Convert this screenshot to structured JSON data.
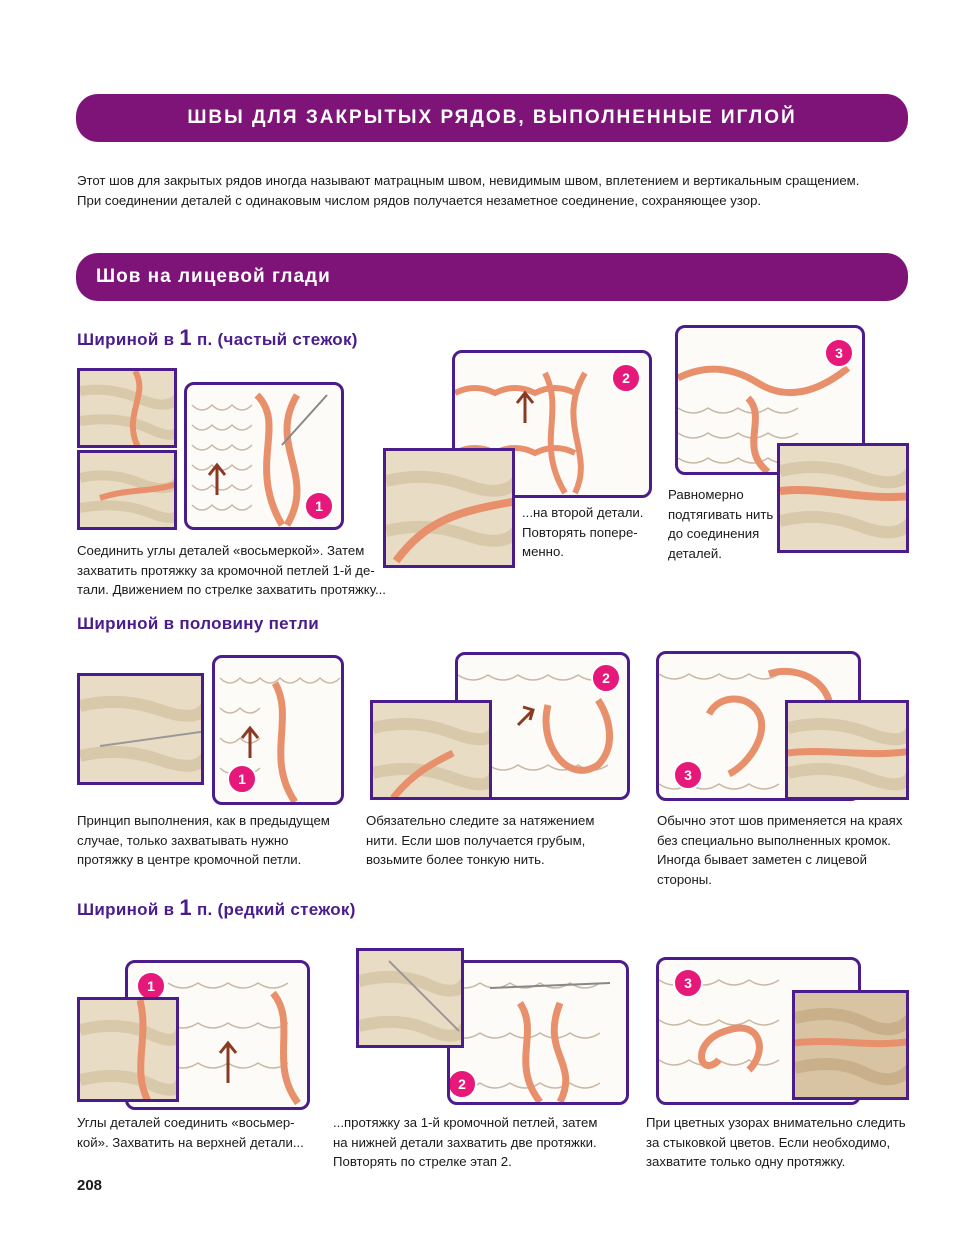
{
  "header": {
    "title": "ШВЫ ДЛЯ ЗАКРЫТЫХ РЯДОВ, ВЫПОЛНЕННЫЕ ИГЛОЙ",
    "subtitle": "Шов на лицевой глади"
  },
  "intro": {
    "line1": "Этот шов для закрытых рядов иногда называют матрацным швом, невидимым швом, вплетением и вертикальным сращением.",
    "line2": "При соединении деталей с одинаковым числом рядов получается незаметное соединение, сохраняющее узор."
  },
  "sections": [
    {
      "heading_prefix": "Шириной в ",
      "heading_num": "1",
      "heading_suffix": " п. (частый стежок)",
      "steps": [
        {
          "badge": "1",
          "caption": [
            "Соединить углы деталей «восьмеркой». Затем",
            "захватить протяжку за кромочной петлей 1-й де-",
            "тали. Движением по стрелке захватить протяжку..."
          ]
        },
        {
          "badge": "2",
          "caption": [
            "...на второй детали.",
            "Повторять попере-",
            "менно."
          ]
        },
        {
          "badge": "3",
          "caption": [
            "Равномерно",
            "подтягивать нить",
            "до соединения",
            "деталей."
          ]
        }
      ]
    },
    {
      "heading_prefix": "Шириной в половину петли",
      "steps": [
        {
          "badge": "1",
          "caption": [
            "Принцип выполнения, как в предыдущем",
            "случае, только захватывать нужно",
            "протяжку в центре кромочной петли."
          ]
        },
        {
          "badge": "2",
          "caption": [
            "Обязательно следите за натяжением",
            "нити. Если шов получается грубым,",
            "возьмите более тонкую нить."
          ]
        },
        {
          "badge": "3",
          "caption": [
            "Обычно этот шов применяется на краях",
            "без специально выполненных кромок.",
            "Иногда бывает заметен с лицевой",
            "стороны."
          ]
        }
      ]
    },
    {
      "heading_prefix": "Шириной в ",
      "heading_num": "1",
      "heading_suffix": " п. (редкий стежок)",
      "steps": [
        {
          "badge": "1",
          "caption": [
            "Углы деталей соединить «восьмер-",
            "кой». Захватить на верхней детали..."
          ]
        },
        {
          "badge": "2",
          "caption": [
            "...протяжку за 1-й кромочной петлей, затем",
            "на нижней детали захватить две протяжки.",
            "Повторять по стрелке этап 2."
          ]
        },
        {
          "badge": "3",
          "caption": [
            "При цветных узорах внимательно следить",
            "за стыковкой цветов. Если необходимо,",
            "захватите только одну протяжку."
          ]
        }
      ]
    }
  ],
  "page_number": "208",
  "colors": {
    "banner": "#7e1478",
    "heading": "#4a1c8c",
    "badge": "#e6197a",
    "yarn": "#e8906c",
    "arrow": "#8a3a22"
  }
}
